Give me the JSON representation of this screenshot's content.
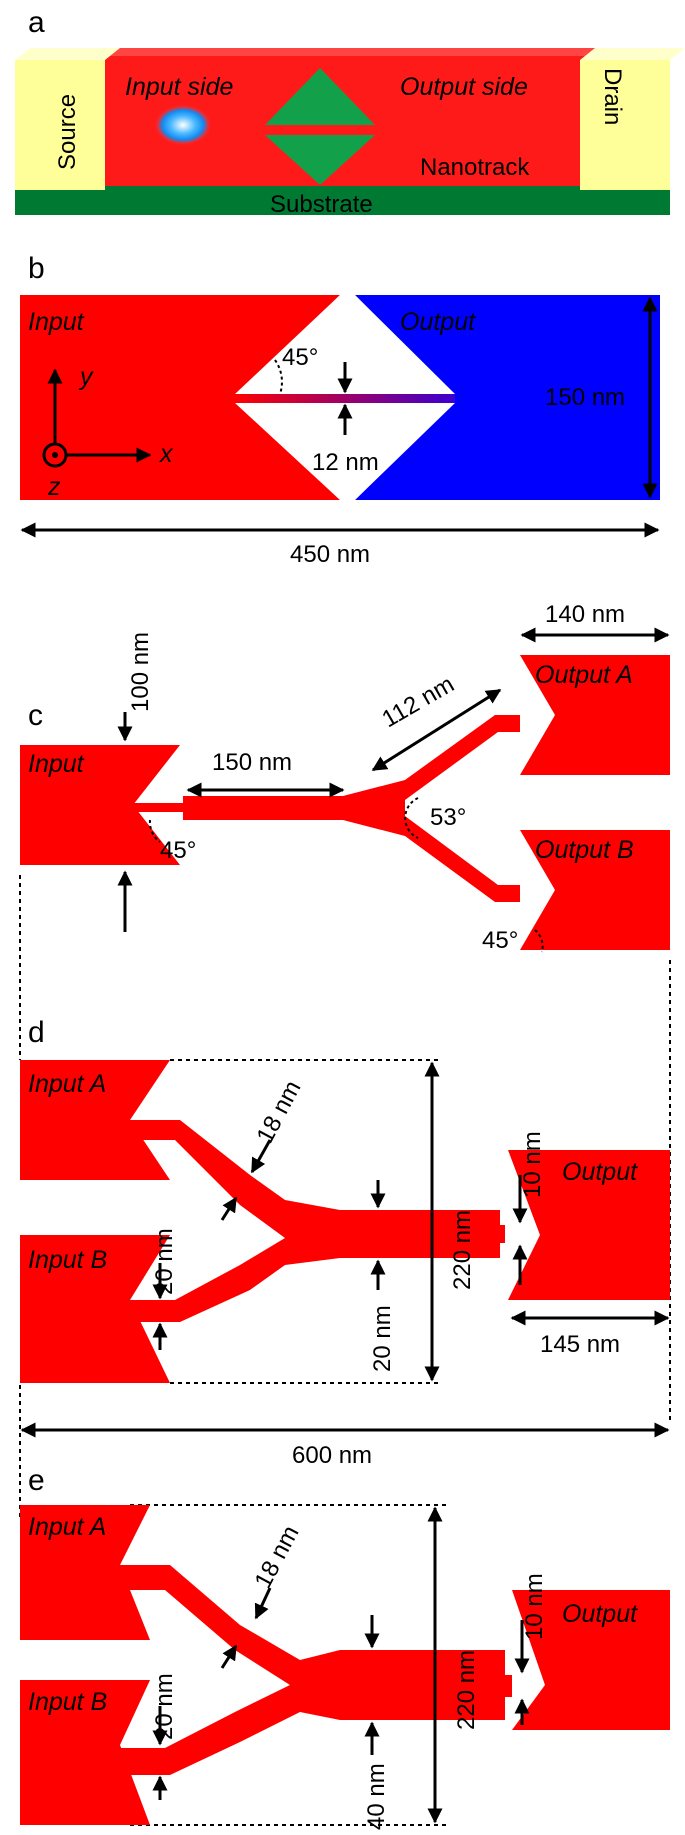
{
  "colors": {
    "red": "#ff0000",
    "blue": "#0000ff",
    "green": "#009b3a",
    "yellow": "#ffff99",
    "substrate": "#007a33"
  },
  "panels": {
    "a": "a",
    "b": "b",
    "c": "c",
    "d": "d",
    "e": "e"
  },
  "a": {
    "source": "Source",
    "drain": "Drain",
    "input_side": "Input side",
    "output_side": "Output side",
    "nanotrack": "Nanotrack",
    "substrate": "Substrate"
  },
  "b": {
    "input": "Input",
    "output": "Output",
    "angle": "45°",
    "gap": "12 nm",
    "height": "150 nm",
    "width": "450 nm",
    "axis_x": "x",
    "axis_y": "y",
    "axis_z": "z"
  },
  "c": {
    "input": "Input",
    "output_a": "Output A",
    "output_b": "Output B",
    "d100": "100 nm",
    "d150": "150 nm",
    "d112": "112 nm",
    "d140": "140 nm",
    "a53": "53°",
    "a45_left": "45°",
    "a45_right": "45°"
  },
  "d": {
    "input_a": "Input A",
    "input_b": "Input B",
    "output": "Output",
    "d18": "18 nm",
    "d20_left": "20 nm",
    "d20_mid": "20 nm",
    "d220": "220 nm",
    "d10": "10 nm",
    "d145": "145 nm"
  },
  "span": {
    "d600": "600 nm"
  },
  "e": {
    "input_a": "Input A",
    "input_b": "Input B",
    "output": "Output",
    "d18": "18 nm",
    "d20_left": "20 nm",
    "d40": "40 nm",
    "d220": "220 nm",
    "d10": "10 nm"
  }
}
